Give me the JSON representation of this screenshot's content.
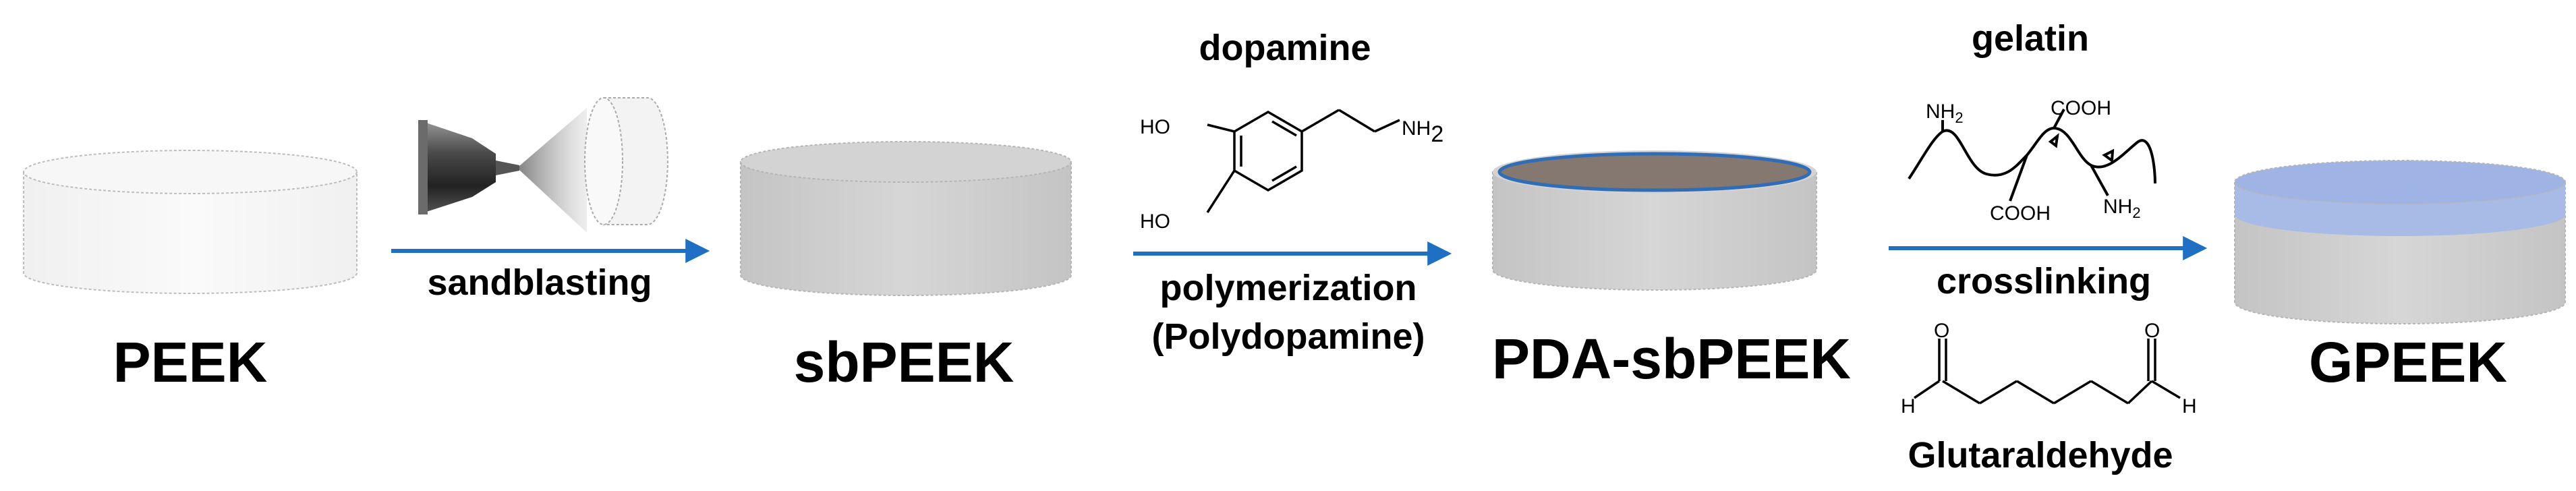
{
  "samples": [
    {
      "label": "PEEK"
    },
    {
      "label": "sbPEEK"
    },
    {
      "label": "PDA-sbPEEK"
    },
    {
      "label": "GPEEK"
    }
  ],
  "steps": {
    "sandblasting": {
      "label": "sandblasting"
    },
    "polymerization": {
      "reagent": "dopamine",
      "label": "polymerization",
      "product": "(Polydopamine)"
    },
    "crosslinking": {
      "reagent": "gelatin",
      "label": "crosslinking",
      "crosslinker": "Glutaraldehyde"
    }
  },
  "chem": {
    "dopamine": {
      "ho_top": "HO",
      "ho_bottom": "HO",
      "nh2": "NH",
      "nh2_sub": "2"
    },
    "gelatin": {
      "nh2_top": "NH",
      "nh2_top_sub": "2",
      "cooh_top": "COOH",
      "cooh_bottom": "COOH",
      "nh2_bottom": "NH",
      "nh2_bottom_sub": "2"
    },
    "glutaraldehyde": {
      "o_left": "O",
      "o_right": "O",
      "h_left": "H",
      "h_right": "H"
    }
  },
  "colors": {
    "arrow": "#1f6fc5",
    "peek_disc": "#f2f2f2",
    "sb_disc": "#cfcfcf",
    "pda_top": "#857870",
    "pda_ring": "#2f6db6",
    "gelatin_layer": "#9fb4e4"
  }
}
